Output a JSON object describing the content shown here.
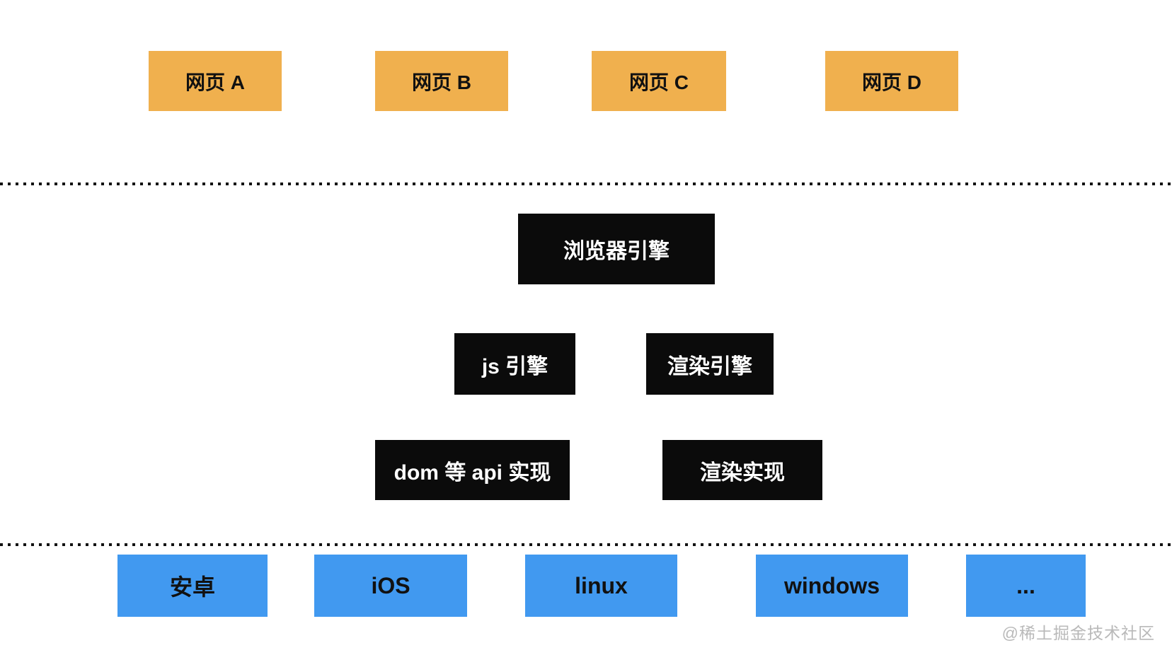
{
  "page": {
    "watermark": "@稀土掘金技术社区"
  },
  "colors": {
    "page_bg": "#FFFFFF",
    "webpage_box": "#F0B04E",
    "engine_box": "#0B0B0B",
    "platform_box": "#4199F0",
    "divider_dot": "#111111",
    "text_on_light": "#111111",
    "text_on_dark": "#FFFFFF",
    "watermark_text": "#B9B9B9"
  },
  "diagram": {
    "webpages": [
      {
        "label": "网页 A"
      },
      {
        "label": "网页 B"
      },
      {
        "label": "网页 C"
      },
      {
        "label": "网页 D"
      }
    ],
    "browser_engine": {
      "label": "浏览器引擎"
    },
    "engine_components": [
      {
        "label": "js 引擎"
      },
      {
        "label": "渲染引擎"
      }
    ],
    "implementations": [
      {
        "label": "dom 等 api 实现"
      },
      {
        "label": "渲染实现"
      }
    ],
    "platforms": [
      {
        "label": "安卓"
      },
      {
        "label": "iOS"
      },
      {
        "label": "linux"
      },
      {
        "label": "windows"
      },
      {
        "label": "..."
      }
    ]
  }
}
